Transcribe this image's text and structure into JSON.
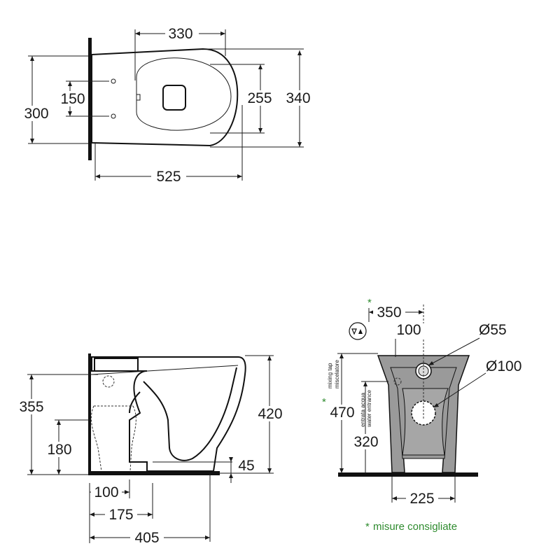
{
  "top_view": {
    "dims": {
      "width_330": "330",
      "depth_525": "525",
      "height_300": "300",
      "spacing_150": "150",
      "inner_255": "255",
      "outer_340": "340"
    }
  },
  "side_view": {
    "dims": {
      "h_355": "355",
      "h_180": "180",
      "h_420": "420",
      "d_45": "45",
      "w_100": "100",
      "w_175": "175",
      "w_405": "405"
    }
  },
  "front_view": {
    "dims": {
      "w_350": "350",
      "w_100": "100",
      "d_55": "Ø55",
      "d_100": "Ø100",
      "h_470": "470",
      "h_320": "320",
      "w_225": "225"
    },
    "labels": {
      "mixing_tap_en": "mixing tap",
      "mixing_tap_it": "miscelatore",
      "water_entrance_it": "entrata acqua",
      "water_entrance_en": "water entrance"
    },
    "asterisk": "*"
  },
  "footnote": {
    "star": "*",
    "text": "misure consigliate"
  },
  "colors": {
    "line": "#1a1a1a",
    "fill_gray": "#9a9a9a",
    "note_green": "#2e8b2e"
  }
}
